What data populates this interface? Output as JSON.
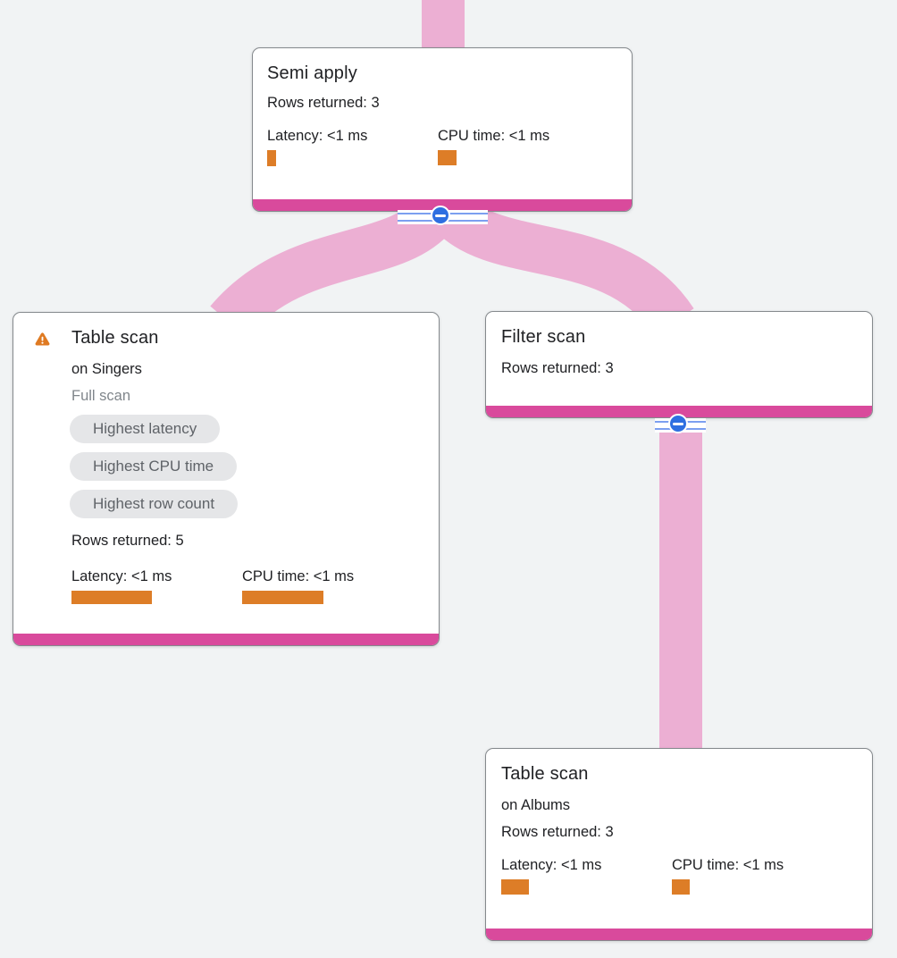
{
  "colors": {
    "canvas_bg": "#f1f3f4",
    "edge_pink": "#ecafd3",
    "node_accent_pink": "#d94a9c",
    "metric_bar_orange": "#dd7d27",
    "warning_orange": "#df7a22",
    "collapse_button_blue": "#2e6fe1",
    "rail_stripe_blue": "#7c9ff0",
    "badge_bg": "#e5e6e8",
    "badge_text": "#5f6368",
    "text_primary": "#202124",
    "text_secondary": "#80868b",
    "node_border": "#85898d"
  },
  "nodes": [
    {
      "title": "Semi apply",
      "rows": "Rows returned: 3",
      "latency": {
        "label": "Latency: <1 ms",
        "bar_style": "width:10px;height:18px"
      },
      "cpu": {
        "label": "CPU time: <1 ms",
        "bar_style": "width:21px;height:17px"
      }
    },
    {
      "title": "Table scan",
      "has_warning": true,
      "subtitle": "on Singers",
      "scan_type": "Full scan",
      "badges": [
        "Highest latency",
        "Highest CPU time",
        "Highest row count"
      ],
      "rows": "Rows returned: 5",
      "latency": {
        "label": "Latency: <1 ms",
        "bar_style": "width:90px;height:15px"
      },
      "cpu": {
        "label": "CPU time: <1 ms",
        "bar_style": "width:91px;height:15px"
      }
    },
    {
      "title": "Filter scan",
      "rows": "Rows returned: 3"
    },
    {
      "title": "Table scan",
      "subtitle": "on Albums",
      "rows": "Rows returned: 3",
      "latency": {
        "label": "Latency: <1 ms",
        "bar_style": "width:31px;height:17px"
      },
      "cpu": {
        "label": "CPU time: <1 ms",
        "bar_style": "width:20px;height:17px"
      }
    }
  ],
  "edges": [
    {
      "from": "parent",
      "to": "Semi apply"
    },
    {
      "from": "Semi apply",
      "to": "Table scan (Singers)"
    },
    {
      "from": "Semi apply",
      "to": "Filter scan"
    },
    {
      "from": "Filter scan",
      "to": "Table scan (Albums)"
    }
  ],
  "icons": {
    "collapse_symbol": "−",
    "warning": "!"
  }
}
